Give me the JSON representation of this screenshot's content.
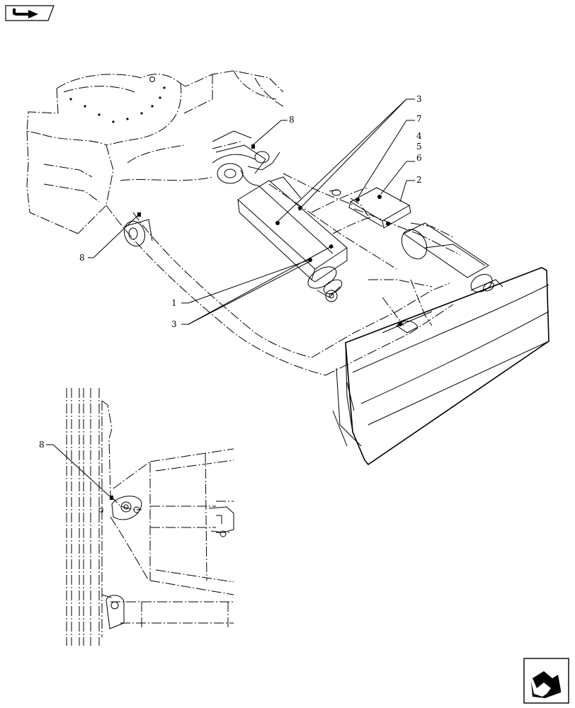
{
  "icons": {
    "top_left": "next-page-arrow-icon",
    "bottom_right": "next-page-arrow-icon"
  },
  "callouts": [
    {
      "id": "c3a",
      "text": "3"
    },
    {
      "id": "c7",
      "text": "7"
    },
    {
      "id": "c8a",
      "text": "8"
    },
    {
      "id": "c4",
      "text": "4"
    },
    {
      "id": "c5",
      "text": "5"
    },
    {
      "id": "c6",
      "text": "6"
    },
    {
      "id": "c2",
      "text": "2"
    },
    {
      "id": "c8b",
      "text": "8"
    },
    {
      "id": "c1",
      "text": "1"
    },
    {
      "id": "c3b",
      "text": "3"
    },
    {
      "id": "c8c",
      "text": "8"
    }
  ]
}
